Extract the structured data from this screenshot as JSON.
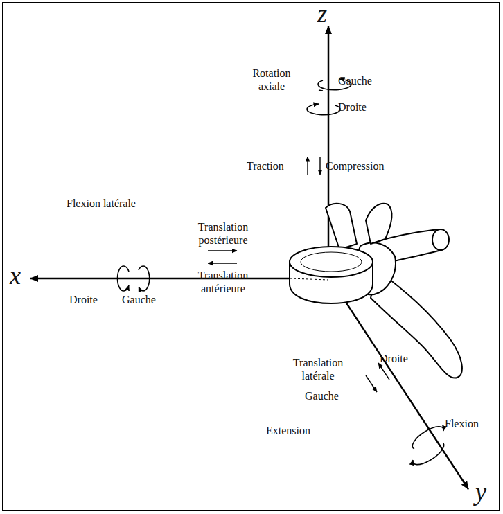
{
  "diagram": {
    "labels": [
      "z",
      "Rotation axiale",
      "Gauche",
      "Droite",
      "Traction",
      "Compression",
      "Flexion latérale",
      "Droite",
      "Gauche",
      "Translation postérieure",
      "Translation antérieure",
      "x",
      "Translation latérale",
      "Droite",
      "Gauche",
      "Extension",
      "Flexion",
      "y"
    ]
  }
}
